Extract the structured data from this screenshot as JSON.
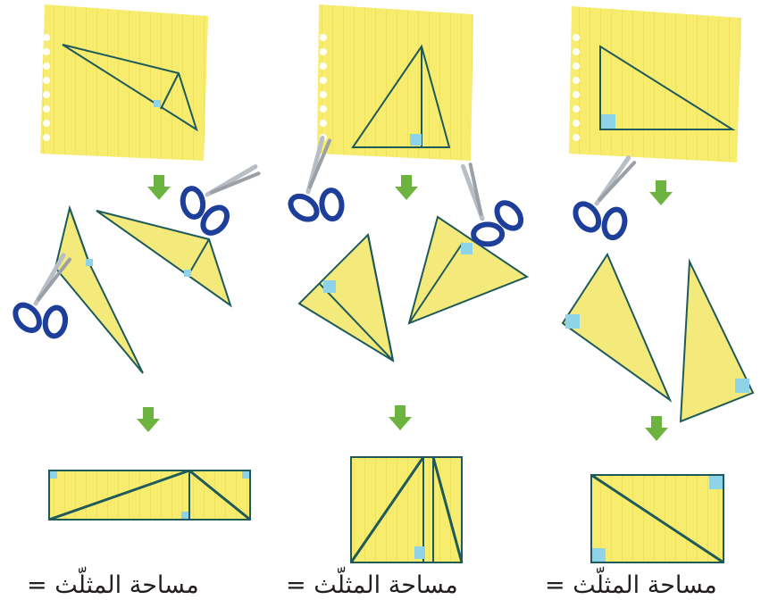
{
  "captions": {
    "left": "مساحة المثلّث =",
    "middle": "مساحة المثلّث =",
    "right": "مساحة المثلّث ="
  },
  "colors": {
    "paper": "#f7ec6e",
    "paper_line": "#e6d850",
    "triangle_fill": "#f4ea7c",
    "outline": "#1f5a5a",
    "right_angle_mark": "#8fd3e8",
    "arrow": "#6db33f",
    "scissors_handle": "#1d3f9a",
    "blade": "#b9bec4"
  },
  "icons": [
    "scissors-icon",
    "arrow-down-icon",
    "right-angle-icon",
    "notebook-ring-icon"
  ]
}
